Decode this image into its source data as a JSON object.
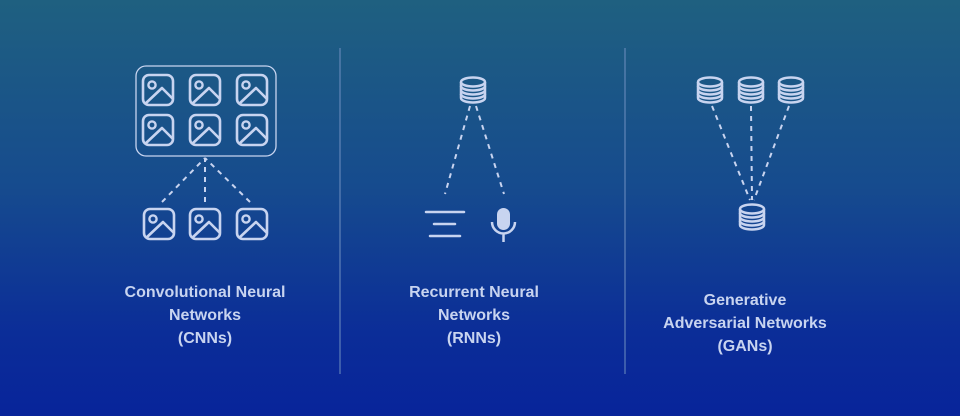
{
  "colors": {
    "icon": "#c8d4f0",
    "divider": "#6f8fc0"
  },
  "panels": [
    {
      "title_lines": [
        "Convolutional Neural",
        "Networks",
        "(CNNs)"
      ]
    },
    {
      "title_lines": [
        "Recurrent Neural",
        "Networks",
        "(RNNs)"
      ]
    },
    {
      "title_lines": [
        "Generative",
        "Adversarial Networks",
        "(GANs)"
      ]
    }
  ]
}
